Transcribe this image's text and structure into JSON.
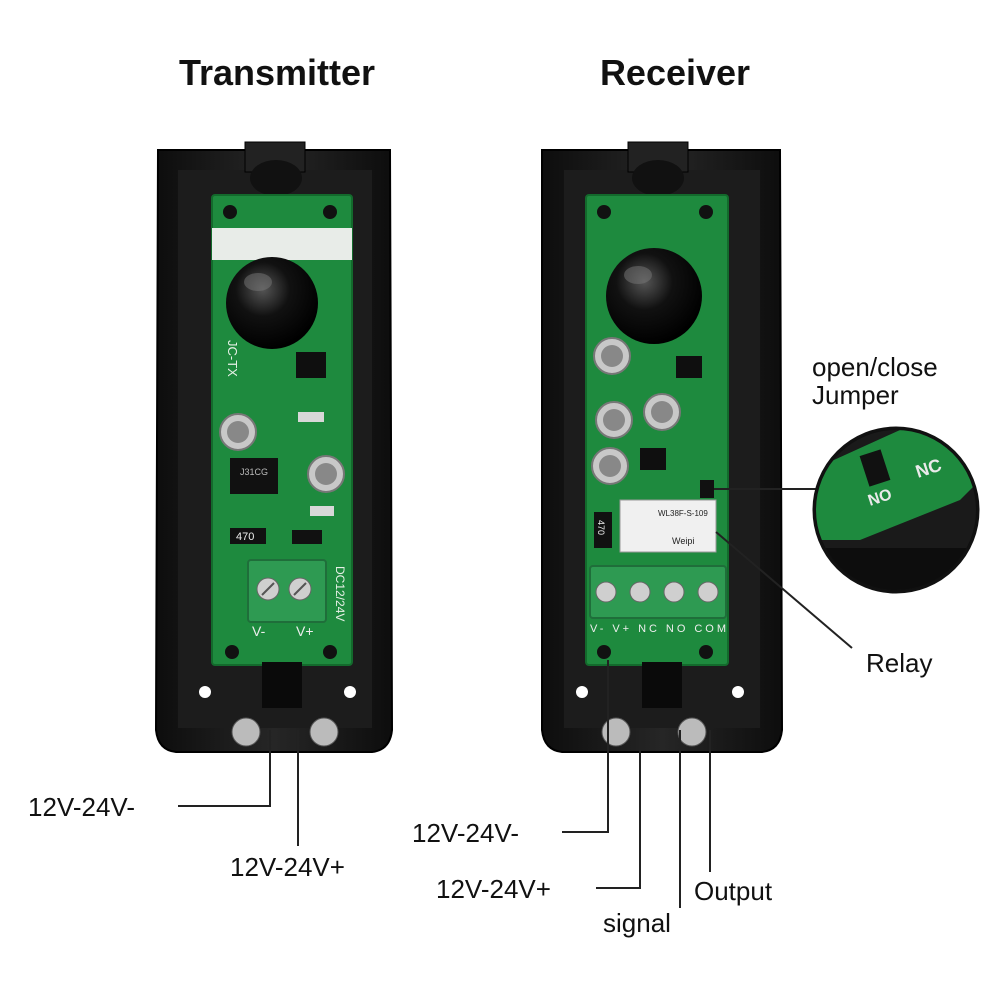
{
  "titles": {
    "transmitter": "Transmitter",
    "receiver": "Receiver"
  },
  "transmitter": {
    "wire_minus": "12V-24V-",
    "wire_plus": "12V-24V+",
    "board_text": {
      "model": "JC-TX",
      "ic": "J31CG",
      "resistor": "470",
      "terminal_rating": "DC12/24V",
      "terminal_minus": "V-",
      "terminal_plus": "V+"
    }
  },
  "receiver": {
    "wire_minus": "12V-24V-",
    "wire_plus": "12V-24V+",
    "signal": "signal",
    "output": "Output",
    "jumper_label_line1": "open/close",
    "jumper_label_line2": "Jumper",
    "relay_label": "Relay",
    "board_text": {
      "relay_model": "WL38F-S-109",
      "relay_brand": "Weipi",
      "resistor": "470",
      "terminals": "V- V+ NC NO COM",
      "inset_nc": "NC",
      "inset_no": "NO"
    }
  },
  "colors": {
    "housing": "#1a1a1a",
    "pcb": "#1e8a3e",
    "terminal_block": "#2e9a52",
    "lens": "#0c0c0c"
  }
}
